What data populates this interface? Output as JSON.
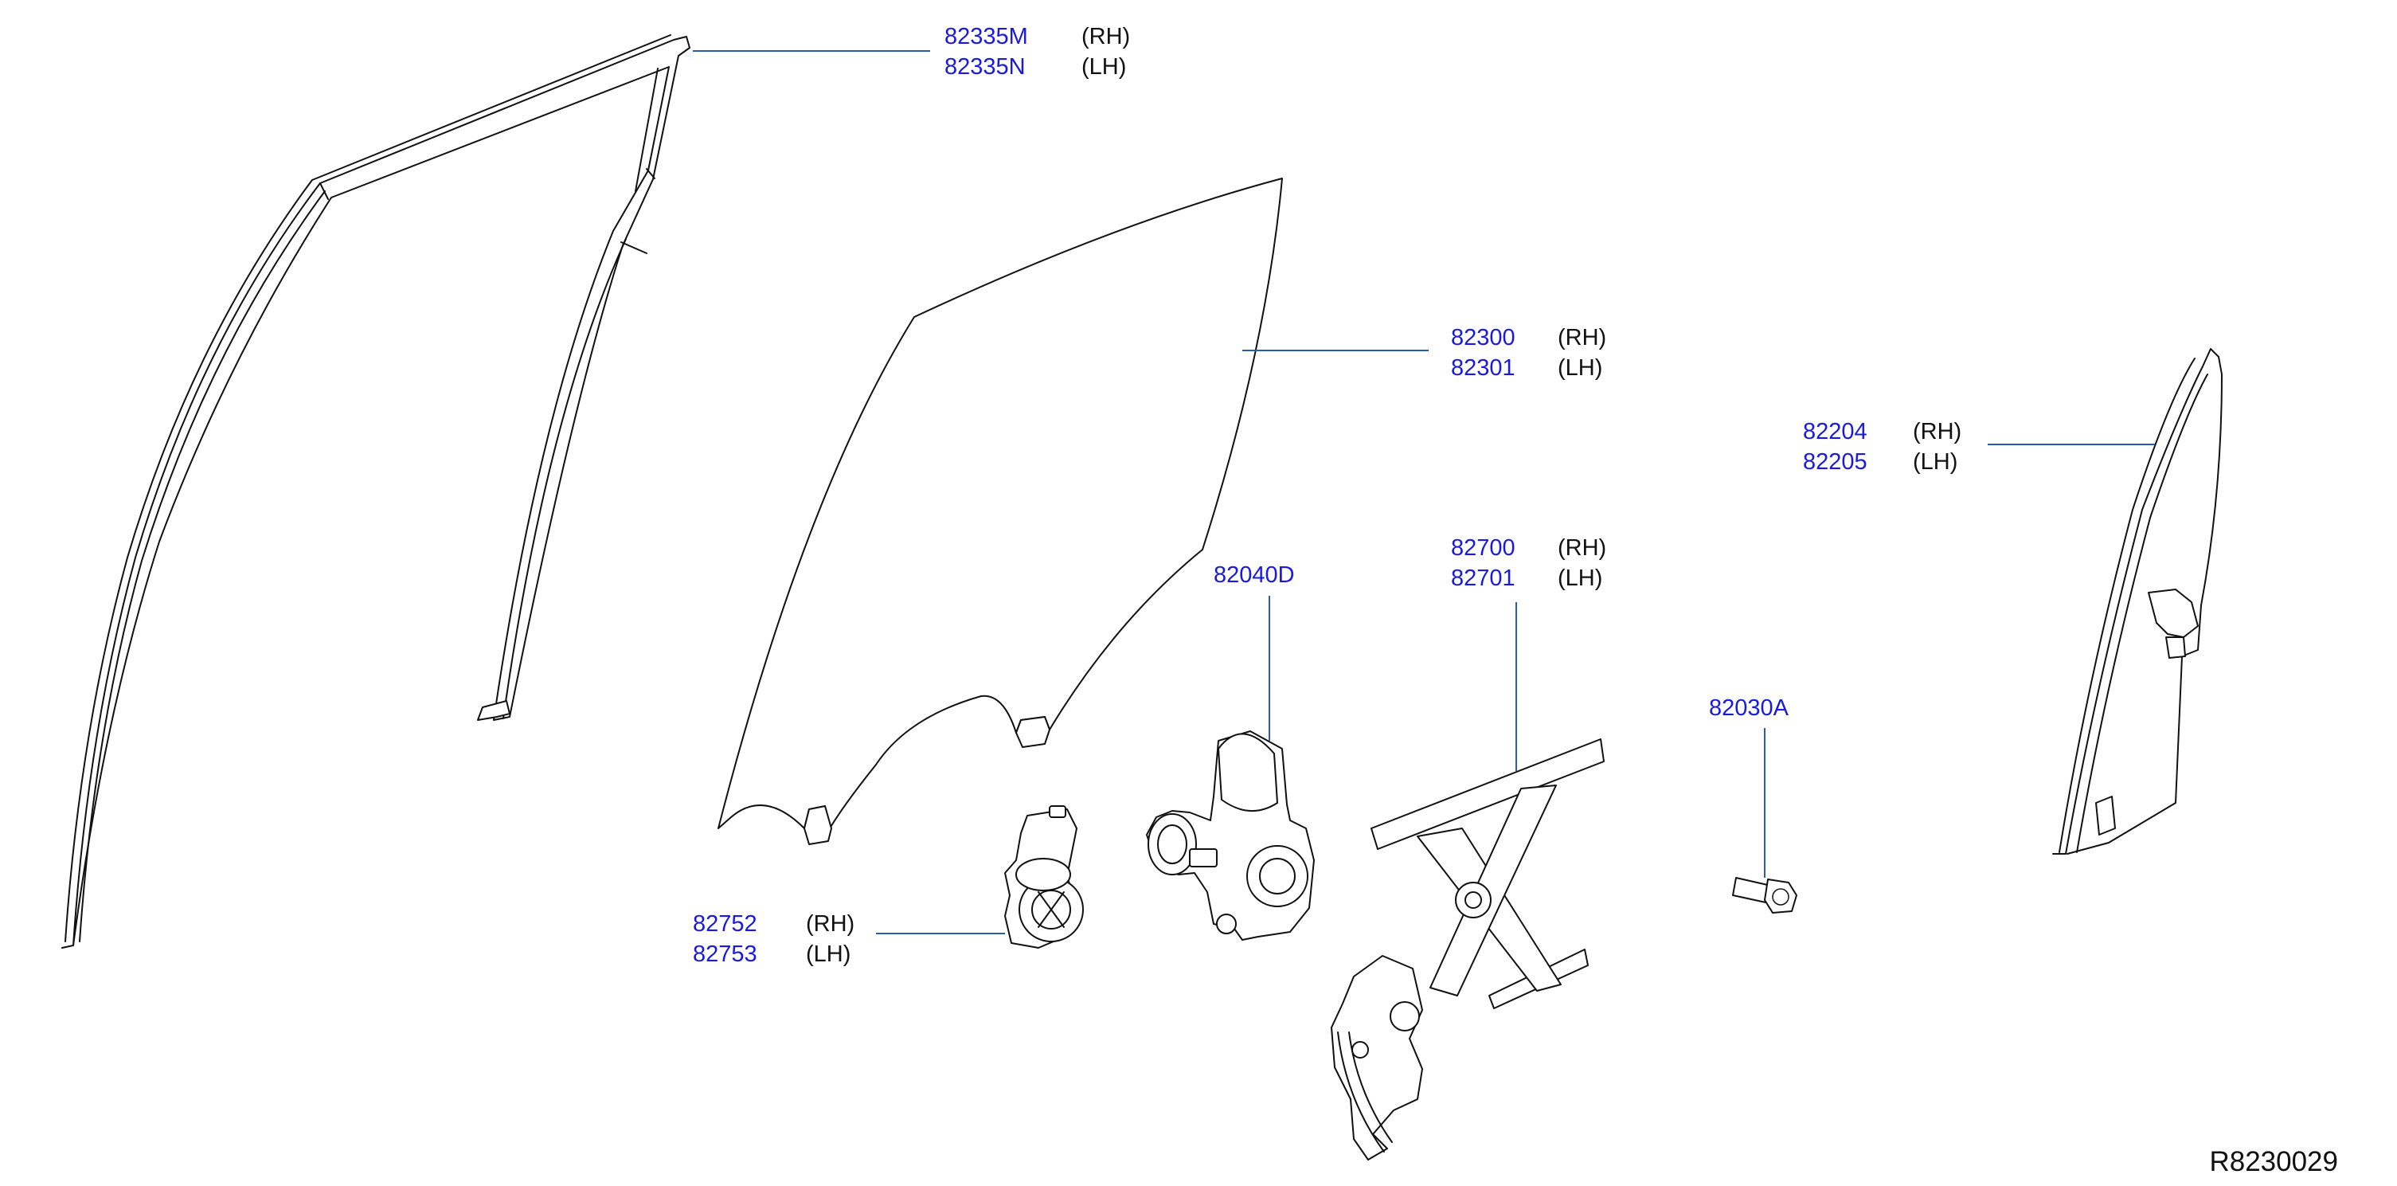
{
  "colors": {
    "part_number": "#1a1adc",
    "side_tag": "#111111",
    "leader": "#2a5db0",
    "linework": "#111111",
    "background": "#ffffff"
  },
  "labels": {
    "sash_rh": {
      "number": "82335M",
      "side": "(RH)"
    },
    "sash_lh": {
      "number": "82335N",
      "side": "(LH)"
    },
    "glass_rh": {
      "number": "82300",
      "side": "(RH)"
    },
    "glass_lh": {
      "number": "82301",
      "side": "(LH)"
    },
    "channel_rh": {
      "number": "82204",
      "side": "(RH)"
    },
    "channel_lh": {
      "number": "82205",
      "side": "(LH)"
    },
    "regulator_rh": {
      "number": "82700",
      "side": "(RH)"
    },
    "regulator_lh": {
      "number": "82701",
      "side": "(LH)"
    },
    "motor_assy": {
      "number": "82040D"
    },
    "bolt": {
      "number": "82030A"
    },
    "motor_rh": {
      "number": "82752",
      "side": "(RH)"
    },
    "motor_lh": {
      "number": "82753",
      "side": "(LH)"
    }
  },
  "diagram_code": "R8230029"
}
